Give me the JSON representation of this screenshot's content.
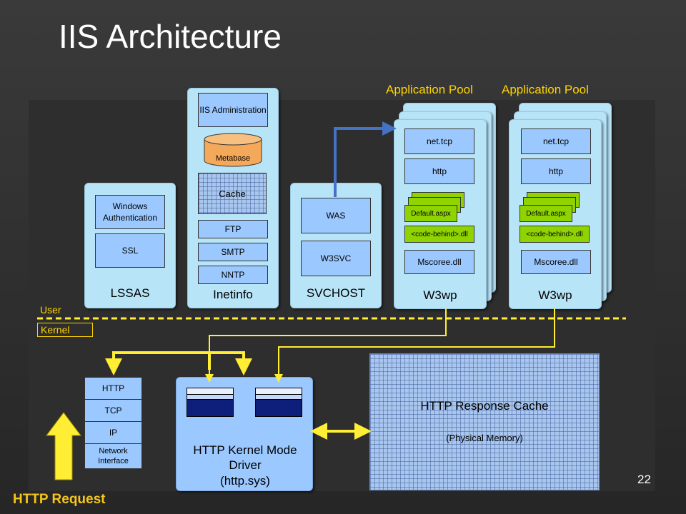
{
  "slide": {
    "title": "IIS Architecture",
    "page_number": "22",
    "request_label": "HTTP Request"
  },
  "zones": {
    "user": "User",
    "kernel": "Kernel"
  },
  "app_pools": [
    {
      "label": "Application Pool",
      "title": "W3wp",
      "items": {
        "nettcp": "net.tcp",
        "http": "http",
        "default": "Default.aspx",
        "codebehind": "<code-behind>.dll",
        "mscoree": "Mscoree.dll"
      }
    },
    {
      "label": "Application Pool",
      "title": "W3wp",
      "items": {
        "nettcp": "net.tcp",
        "http": "http",
        "default": "Default.aspx",
        "codebehind": "<code-behind>.dll",
        "mscoree": "Mscoree.dll"
      }
    }
  ],
  "lssas": {
    "title": "LSSAS",
    "windows_auth": "Windows Authentication",
    "ssl": "SSL"
  },
  "inetinfo": {
    "title": "Inetinfo",
    "iis_admin": "IIS Administration",
    "metabase": "Metabase",
    "cache": "Cache",
    "ftp": "FTP",
    "smtp": "SMTP",
    "nntp": "NNTP"
  },
  "svchost": {
    "title": "SVCHOST",
    "was": "WAS",
    "w3svc": "W3SVC"
  },
  "network_stack": [
    "HTTP",
    "TCP",
    "IP",
    "Network Interface"
  ],
  "http_sys": {
    "title": "HTTP Kernel Mode Driver",
    "subtitle": "(http.sys)"
  },
  "response_cache": {
    "title": "HTTP Response Cache",
    "subtitle": "(Physical Memory)"
  },
  "colors": {
    "background": "#2e2e2e",
    "container": "#b8e4f8",
    "component": "#9bc8ff",
    "green": "#8fd400",
    "yellow_arrow": "#ffee33",
    "blue_arrow": "#4472c4",
    "queue": "#0d1f7a",
    "title_text": "#ffffff",
    "pool_label": "#ffd400",
    "request_label": "#f5c518"
  }
}
